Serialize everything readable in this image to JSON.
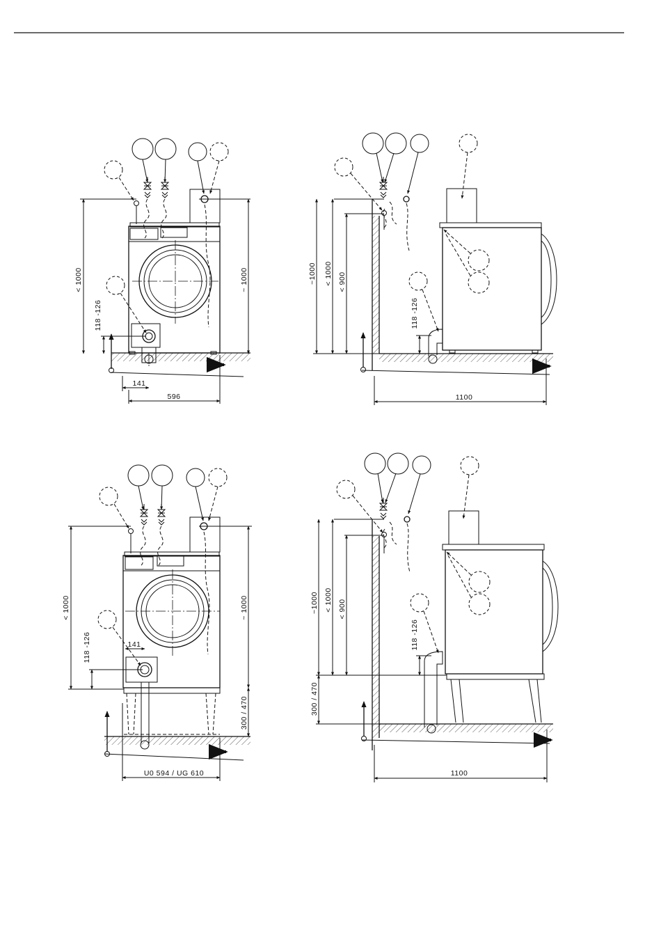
{
  "views": {
    "front_top": {
      "dims": {
        "height_lt": "< 1000",
        "height_approx": "~ 1000",
        "drain_height": "118 -126",
        "drain_offset": "141",
        "width": "596"
      }
    },
    "side_top": {
      "dims": {
        "height_approx": "~1000",
        "height_lt_1000": "< 1000",
        "height_lt_900": "< 900",
        "drain_height": "118 -126",
        "depth": "1100"
      }
    },
    "front_bottom": {
      "dims": {
        "height_lt": "< 1000",
        "height_approx": "~ 1000",
        "drain_height": "118 -126",
        "drain_offset": "141",
        "plinth_height": "300 / 470",
        "width": "U0 594 / UG  610"
      }
    },
    "side_bottom": {
      "dims": {
        "height_approx": "~1000",
        "height_lt_1000": "< 1000",
        "height_lt_900": "< 900",
        "drain_height": "118 -126",
        "plinth_height": "300 /  470",
        "depth": "1100"
      }
    }
  }
}
